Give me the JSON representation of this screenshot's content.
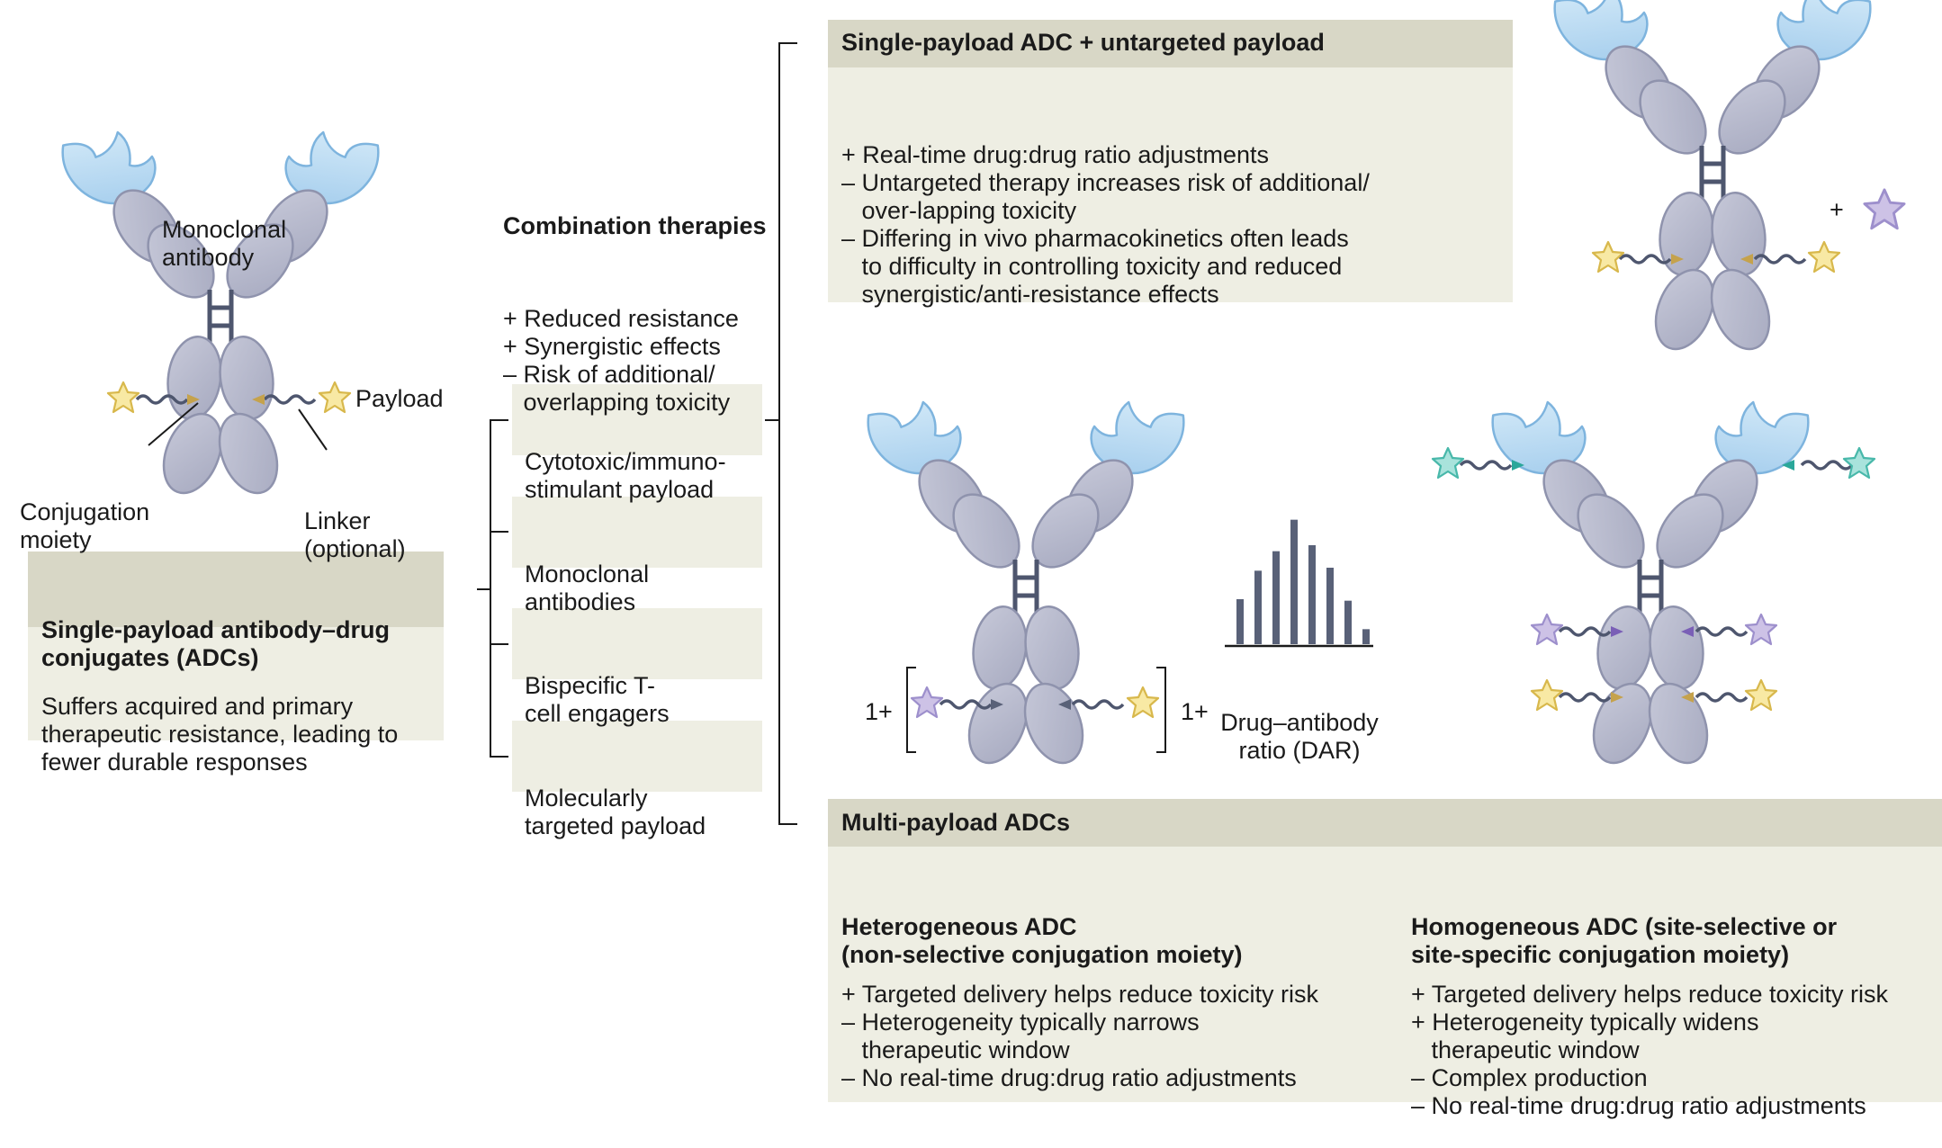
{
  "left": {
    "mab_label": [
      "Monoclonal",
      "antibody"
    ],
    "payload_label": "Payload",
    "conjugation_label": [
      "Conjugation",
      "moiety"
    ],
    "linker_label": [
      "Linker",
      "(optional)"
    ],
    "box_title": [
      "Single-payload antibody–drug",
      "conjugates (ADCs)"
    ],
    "box_body": [
      "Suffers acquired and primary",
      "therapeutic resistance, leading to",
      "fewer durable responses"
    ]
  },
  "combo": {
    "title": "Combination therapies",
    "points": [
      "+ Reduced resistance",
      "+ Synergistic effects",
      "– Risk of additional/",
      "   overlapping toxicity"
    ]
  },
  "options": [
    {
      "lines": [
        "Cytotoxic/immuno-",
        "stimulant payload"
      ]
    },
    {
      "lines": [
        "Monoclonal",
        "antibodies"
      ]
    },
    {
      "lines": [
        "Bispecific T-",
        "cell engagers"
      ]
    },
    {
      "lines": [
        "Molecularly",
        "targeted payload"
      ]
    }
  ],
  "top_panel": {
    "title": "Single-payload ADC + untargeted payload",
    "points": [
      "+ Real-time drug:drug ratio adjustments",
      "– Untargeted therapy increases risk of additional/",
      "   over-lapping toxicity",
      "– Differing in vivo pharmacokinetics often leads",
      "   to difficulty in controlling toxicity and reduced",
      "   synergistic/anti-resistance effects"
    ]
  },
  "plus_sign": "+",
  "dar": {
    "label": [
      "Drug–antibody",
      "ratio (DAR)"
    ],
    "one_plus_left": "1+",
    "one_plus_right": "1+"
  },
  "chart_data": {
    "type": "bar",
    "categories": [
      "",
      "",
      "",
      "",
      "",
      "",
      "",
      ""
    ],
    "values": [
      3.0,
      4.9,
      6.2,
      8.3,
      6.6,
      5.1,
      2.9,
      1.0
    ],
    "title": "",
    "xlabel": "Drug–antibody ratio (DAR)",
    "ylabel": "",
    "ylim": [
      0,
      9
    ],
    "grid": false
  },
  "multi_panel": {
    "title": "Multi-payload ADCs",
    "hetero": {
      "title": [
        "Heterogeneous ADC",
        "(non-selective conjugation moiety)"
      ],
      "points": [
        "+ Targeted delivery helps reduce toxicity risk",
        "– Heterogeneity typically narrows",
        "   therapeutic window",
        "– No real-time drug:drug ratio adjustments"
      ]
    },
    "homo": {
      "title": [
        "Homogeneous ADC (site-selective or",
        "site-specific conjugation moiety)"
      ],
      "points": [
        "+ Targeted delivery helps reduce toxicity risk",
        "+ Heterogeneity typically widens",
        "   therapeutic window",
        "– Complex production",
        "– No real-time drug:drug ratio adjustments"
      ]
    }
  },
  "colors": {
    "fab_blue": "#bcdcf2",
    "fab_stroke": "#7eb4de",
    "domain_gray": "#b6b9cc",
    "domain_stroke": "#8f93ad",
    "linker": "#4e566e",
    "payload_yellow": "#f8e9a4",
    "payload_purple": "#cdc2e6",
    "payload_teal": "#a9e3dc",
    "panel_bg": "#eeeee3",
    "panel_head": "#d8d7c6",
    "bar": "#596178"
  }
}
